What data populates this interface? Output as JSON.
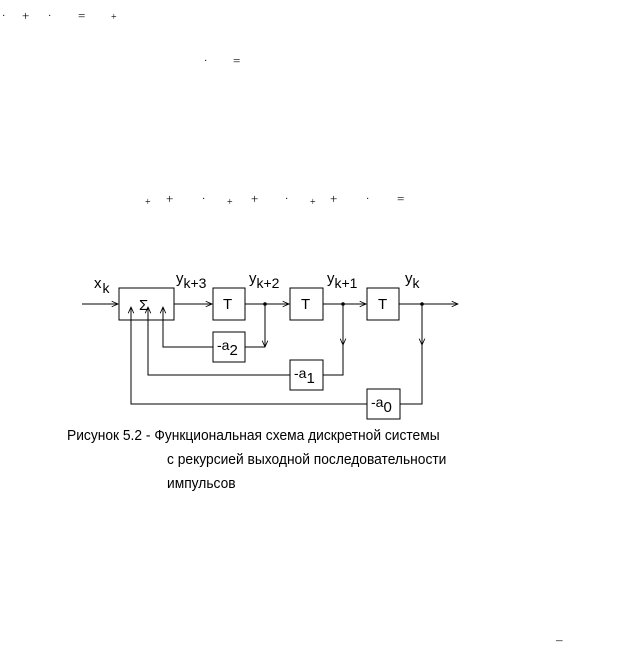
{
  "formula_fragments": {
    "line1": [
      "·",
      "+",
      "·",
      "=",
      "+"
    ],
    "line2": [
      "·",
      "="
    ],
    "line3": [
      "+",
      "+",
      "·",
      "+",
      "+",
      "·",
      "+",
      "+",
      "·",
      "="
    ],
    "corner_mark": "–"
  },
  "diagram": {
    "input": {
      "base": "x",
      "sub": "k"
    },
    "summator_symbol": "Σ",
    "delay_label": "T",
    "signals": [
      {
        "base": "y",
        "sub": "k+3"
      },
      {
        "base": "y",
        "sub": "k+2"
      },
      {
        "base": "y",
        "sub": "k+1"
      },
      {
        "base": "y",
        "sub": "k"
      }
    ],
    "gains": [
      {
        "base": "-a",
        "sub": "2"
      },
      {
        "base": "-a",
        "sub": "1"
      },
      {
        "base": "-a",
        "sub": "0"
      }
    ]
  },
  "caption": {
    "line1": "Рисунок 5.2 - Функциональная схема дискретной системы",
    "line2": "с рекурсией выходной последовательности",
    "line3": "импульсов"
  }
}
